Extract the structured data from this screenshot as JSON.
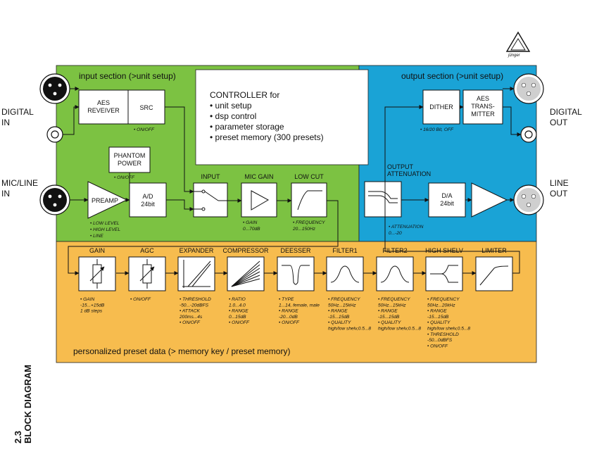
{
  "sections": {
    "input": "input section (>unit setup)",
    "output": "output section (>unit setup)",
    "preset": "personalized preset data (> memory key / preset memory)"
  },
  "io": {
    "digital_in_1": "DIGITAL",
    "digital_in_2": "IN",
    "mic_line_in_1": "MIC/LINE",
    "mic_line_in_2": "IN",
    "digital_out_1": "DIGITAL",
    "digital_out_2": "OUT",
    "line_out_1": "LINE",
    "line_out_2": "OUT"
  },
  "controller": {
    "title": "CONTROLLER for",
    "items": [
      "• unit setup",
      "• dsp control",
      "• parameter storage",
      "• preset memory (300 presets)"
    ]
  },
  "input_blocks": {
    "aes_receiver": [
      "AES",
      "REVEIVER"
    ],
    "src": "SRC",
    "src_caption": "• ON/OFF",
    "phantom": [
      "PHANTOM",
      "POWER"
    ],
    "phantom_caption": "• ON/OFF",
    "preamp": "PREAMP",
    "preamp_captions": [
      "• LOW LEVEL",
      "• HIGH LEVEL",
      "• LINE"
    ],
    "ad": [
      "A/D",
      "24bit"
    ],
    "input_label": "INPUT",
    "mic_gain_label": "MIC GAIN",
    "mic_gain_caption": [
      "• GAIN",
      "0...70dB"
    ],
    "low_cut_label": "LOW CUT",
    "low_cut_caption": [
      "• FREQUENCY",
      "20...150Hz"
    ]
  },
  "output_blocks": {
    "dither": "DITHER",
    "dither_caption": "• 16/20 Bit, OFF",
    "aes_transmitter": [
      "AES",
      "TRANS-",
      "MITTER"
    ],
    "attenuation_label": [
      "OUTPUT",
      "ATTENUATION"
    ],
    "attenuation_caption": [
      "• ATTENUATION",
      "0...-20"
    ],
    "da": [
      "D/A",
      "24bit"
    ]
  },
  "chain": [
    {
      "label": "GAIN",
      "captions": [
        "• GAIN",
        "-15...+15dB",
        "1 dB steps"
      ]
    },
    {
      "label": "AGC",
      "captions": [
        "• ON/OFF"
      ]
    },
    {
      "label": "EXPANDER",
      "captions": [
        "• THRESHOLD",
        "-50...-20dBFS",
        "• ATTACK",
        "200ms...4s",
        "• ON/OFF"
      ]
    },
    {
      "label": "COMPRESSOR",
      "captions": [
        "• RATIO",
        "1.0...4.0",
        "• RANGE",
        "0...15dB",
        "• ON/OFF"
      ]
    },
    {
      "label": "DEESSER",
      "captions": [
        "• TYPE",
        "1...14, female, male",
        "• RANGE",
        "-20...0dB",
        "• ON/OFF"
      ]
    },
    {
      "label": "FILTER1",
      "captions": [
        "• FREQUENCY",
        "50Hz...15kHz",
        "• RANGE",
        "-15...15dB",
        "• QUALITY",
        "high/low shelv,0.5...8"
      ]
    },
    {
      "label": "FILTER2",
      "captions": [
        "• FREQUENCY",
        "50Hz...15kHz",
        "• RANGE",
        "-15...15dB",
        "• QUALITY",
        "high/low shelv,0.5...8"
      ]
    },
    {
      "label": "HIGH SHELV",
      "captions": [
        "• FREQUENCY",
        "50Hz...20kHz",
        "• RANGE",
        "-15...15dB",
        "• QUALITY",
        "high/low shelv,0.5...8",
        "• THRESHOLD",
        "-50...0dBFS",
        "• ON/OFF"
      ]
    },
    {
      "label": "LIMITER",
      "captions": []
    }
  ],
  "side_label": {
    "number": "2.3",
    "title": "BLOCK DIAGRAM"
  },
  "logo_text": "jünger",
  "colors": {
    "input": "#7cc242",
    "output": "#1aa3d6",
    "preset": "#f7bc4e",
    "block": "#ffffff",
    "line": "#111111"
  }
}
